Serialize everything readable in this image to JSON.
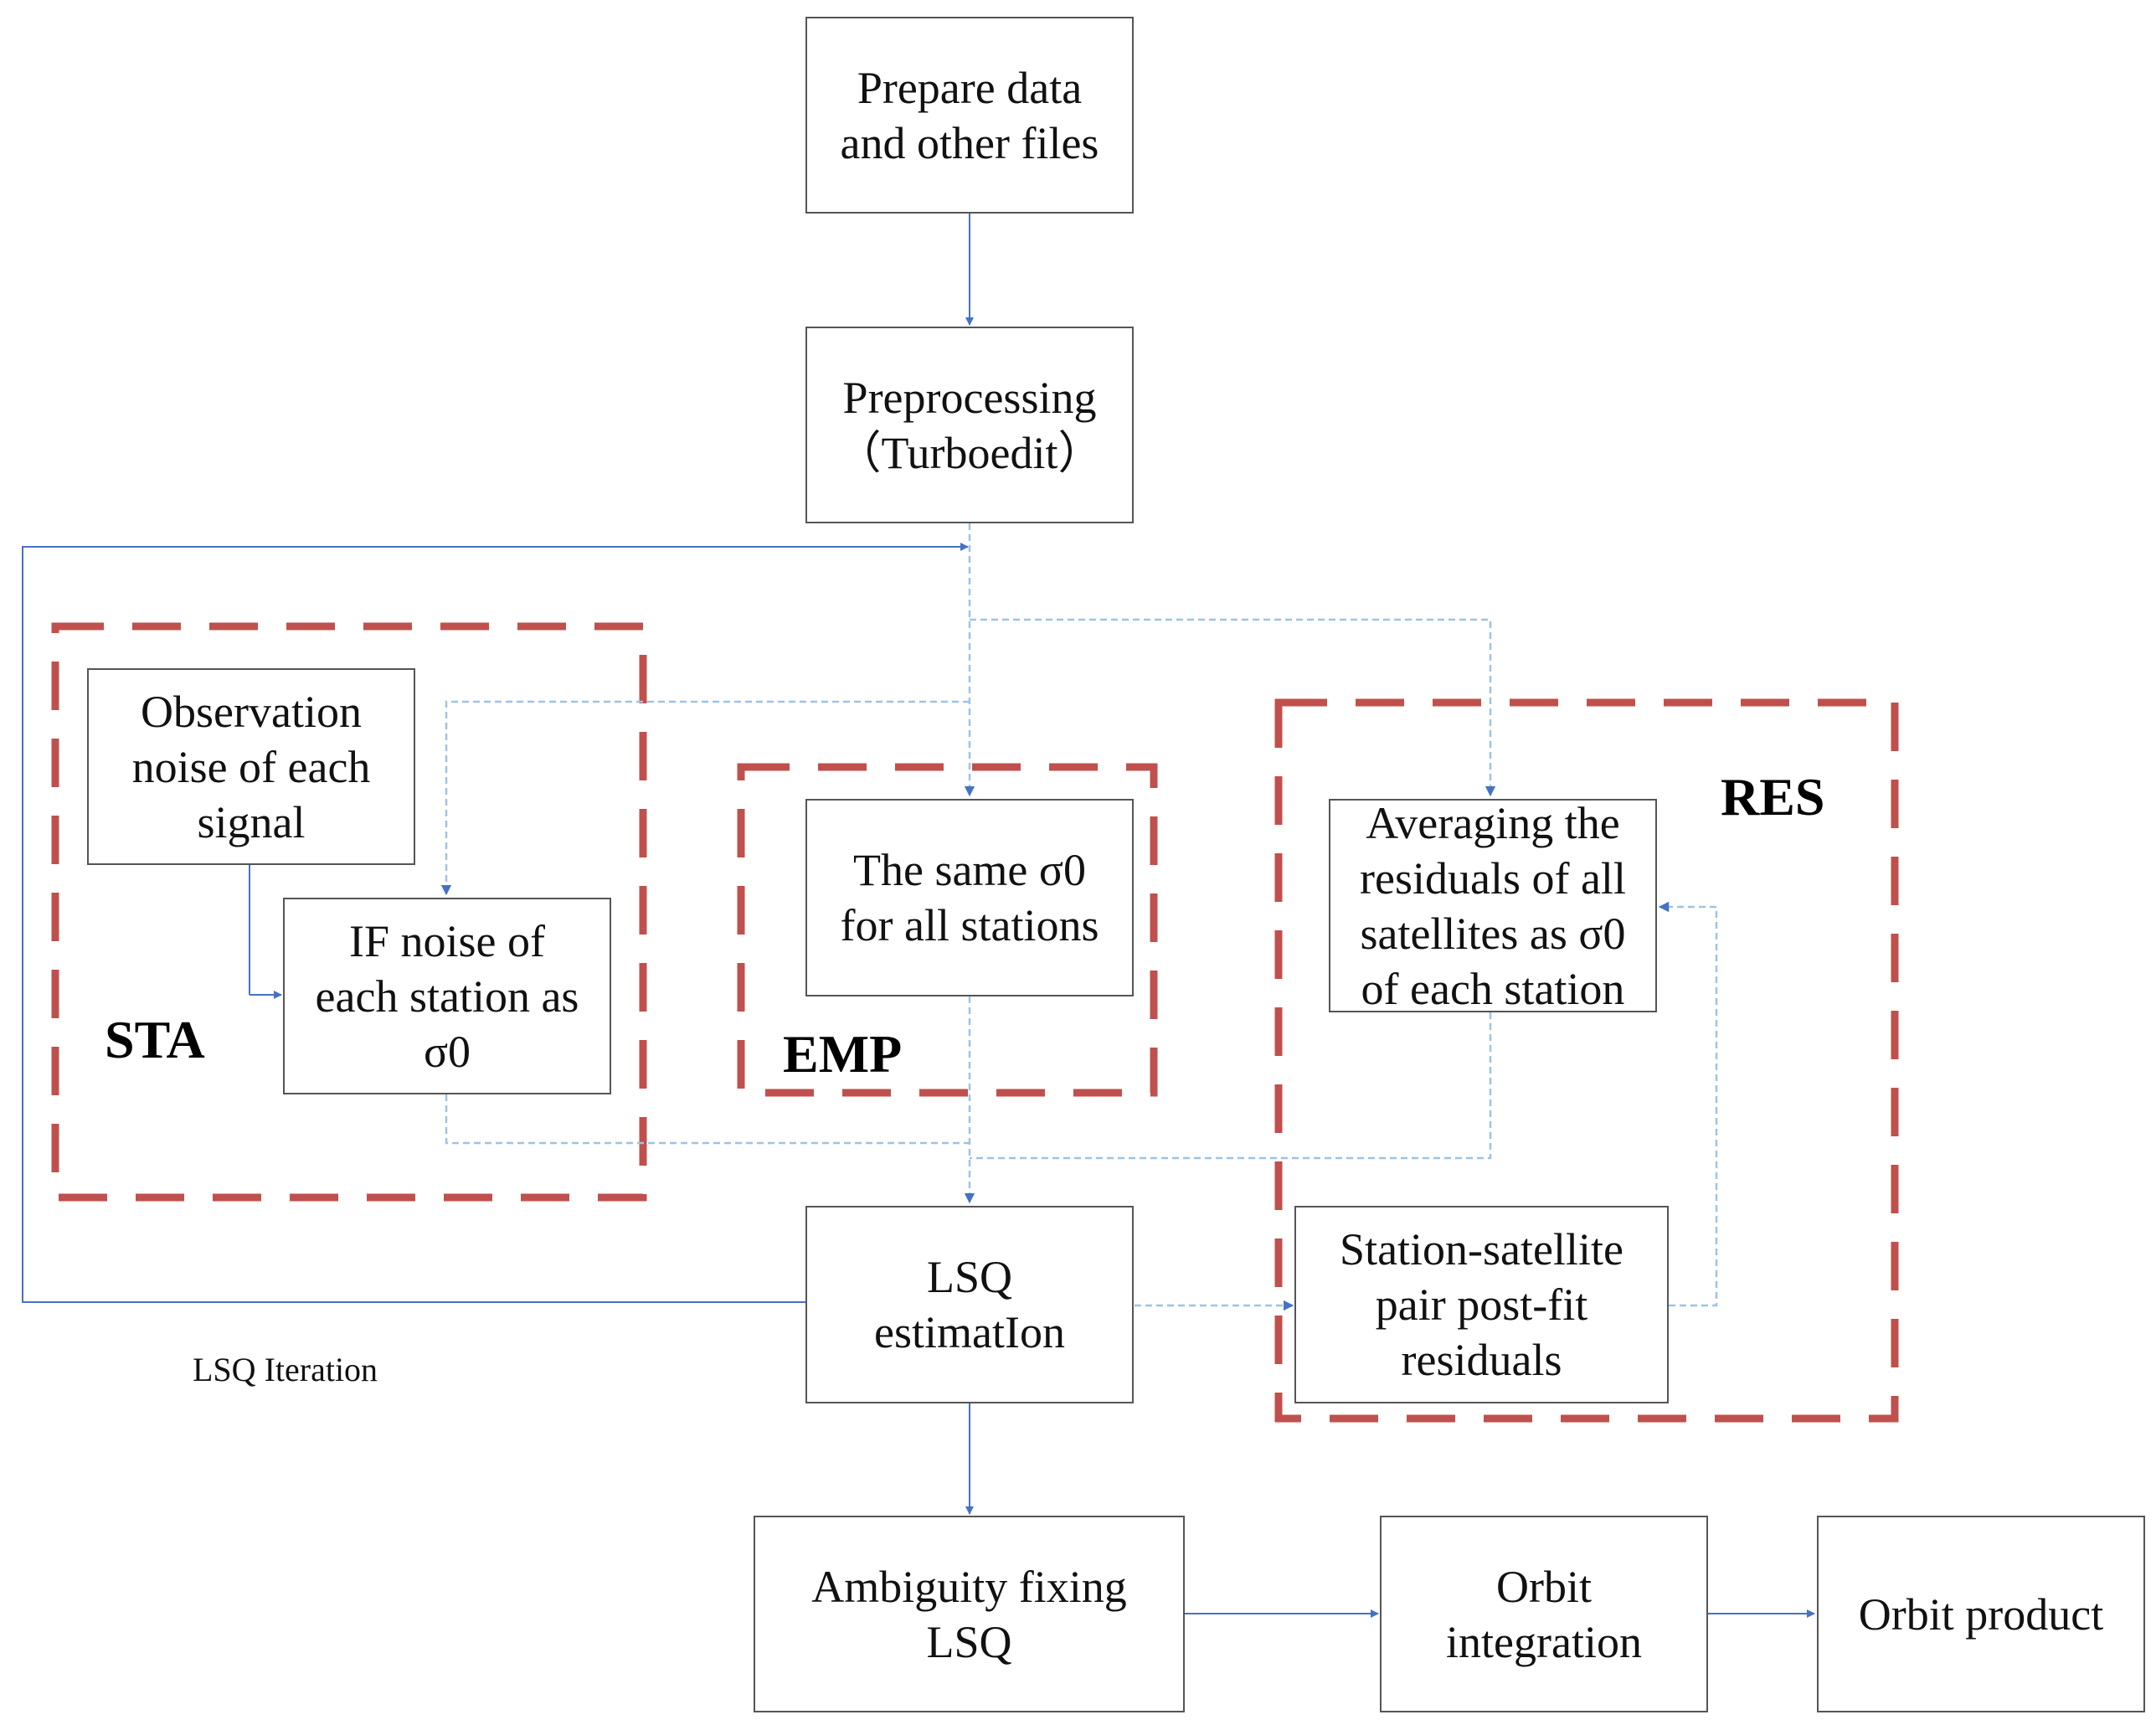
{
  "boxes": {
    "prepare": [
      "Prepare data",
      "and other files"
    ],
    "preprocessing": [
      "Preprocessing",
      "（Turboedit）"
    ],
    "observation_noise": [
      "Observation",
      "noise of each",
      "signal"
    ],
    "if_noise": [
      "IF noise of",
      "each station as",
      "σ0"
    ],
    "same_sigma": [
      "The same  σ0",
      "for all stations"
    ],
    "averaging": [
      "Averaging the",
      "residuals of all",
      "satellites as σ0",
      "of each station"
    ],
    "lsq": [
      "LSQ",
      "estimatIon"
    ],
    "residuals": [
      "Station-satellite",
      "pair post-fit",
      "residuals"
    ],
    "ambiguity": [
      "Ambiguity fixing",
      "LSQ"
    ],
    "orbit_integration": [
      "Orbit",
      "integration"
    ],
    "orbit_product": [
      "Orbit product"
    ]
  },
  "groups": {
    "sta": "STA",
    "emp": "EMP",
    "res": "RES"
  },
  "notes": {
    "lsq_iteration": "LSQ Iteration"
  },
  "colors": {
    "arrow": "#4472c4",
    "arrow_light": "#9dc3e6",
    "dashed_group": "#c0504d",
    "box_border": "#555555"
  }
}
